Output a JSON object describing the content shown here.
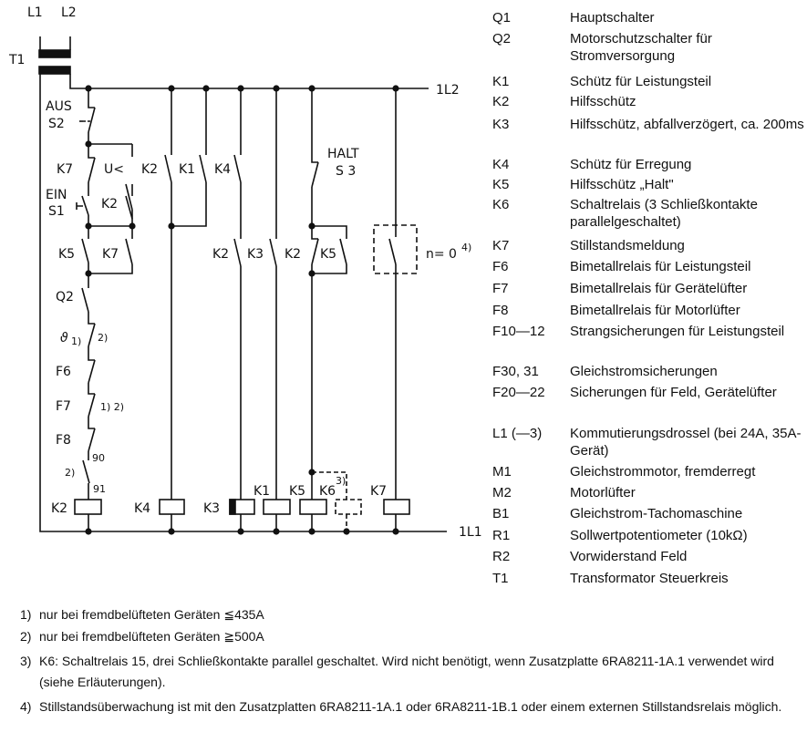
{
  "diagram": {
    "supply_labels": {
      "l1": "L1",
      "l2": "L2",
      "transformer": "T1",
      "bus_top": "1L2",
      "bus_bottom": "1L1"
    },
    "switches": {
      "aus": "AUS",
      "s2": "S2",
      "ein": "EIN",
      "s1": "S1",
      "halt": "HALT",
      "s3": "S 3",
      "undervoltage": "U<",
      "speed_zero": "n= 0",
      "speed_zero_note": "4)"
    },
    "contacts": {
      "k7_a": "K7",
      "k2_a": "K2",
      "k5_a": "K5",
      "k7_b": "K7",
      "q2": "Q2",
      "theta": "ϑ",
      "theta_note1": "1)",
      "theta_note2": "2)",
      "f6": "F6",
      "f7": "F7",
      "f7_note": "1)  2)",
      "f8": "F8",
      "f8_term": "90",
      "last_note": "2)",
      "last_term": "91",
      "col_k2": "K2",
      "col_k1": "K1",
      "col_k4": "K4",
      "row2_k2": "K2",
      "row2_k3": "K3",
      "row2_k2b": "K2",
      "row2_k5": "K5"
    },
    "coils": {
      "k2": "K2",
      "k4": "K4",
      "k3": "K3",
      "k1": "K1",
      "k5": "K5",
      "k6": "K6",
      "k6_note": "3)",
      "k7": "K7"
    }
  },
  "legend": [
    {
      "code": "Q1",
      "desc": "Hauptschalter"
    },
    {
      "code": "Q2",
      "desc": "Motorschutzschalter für Stromversorgung"
    },
    {
      "code": "K1",
      "desc": "Schütz für Leistungsteil"
    },
    {
      "code": "K2",
      "desc": "Hilfsschütz"
    },
    {
      "code": "K3",
      "desc": "Hilfsschütz, abfallverzögert, ca. 200ms"
    },
    {
      "code": "K4",
      "desc": "Schütz für Erregung"
    },
    {
      "code": "K5",
      "desc": "Hilfsschütz „Halt\""
    },
    {
      "code": "K6",
      "desc": "Schaltrelais (3 Schließkontakte parallelgeschaltet)"
    },
    {
      "code": "K7",
      "desc": "Stillstandsmeldung"
    },
    {
      "code": "F6",
      "desc": "Bimetallrelais für Leistungsteil"
    },
    {
      "code": "F7",
      "desc": "Bimetallrelais für Gerätelüfter"
    },
    {
      "code": "F8",
      "desc": "Bimetallrelais für Motorlüfter"
    },
    {
      "code": "F10—12",
      "desc": "Strangsicherungen für Leistungsteil"
    },
    {
      "code": "F30, 31",
      "desc": "Gleichstromsicherungen"
    },
    {
      "code": "F20—22",
      "desc": "Sicherungen für Feld, Gerätelüfter"
    },
    {
      "code": "L1 (—3)",
      "desc": "Kommutierungsdrossel (bei 24A, 35A-Gerät)"
    },
    {
      "code": "M1",
      "desc": "Gleichstrommotor, fremderregt"
    },
    {
      "code": "M2",
      "desc": "Motorlüfter"
    },
    {
      "code": "B1",
      "desc": "Gleichstrom-Tachomaschine"
    },
    {
      "code": "R1",
      "desc": "Sollwertpotentiometer (10kΩ)"
    },
    {
      "code": "R2",
      "desc": "Vorwiderstand Feld"
    },
    {
      "code": "T1",
      "desc": "Transformator Steuerkreis"
    }
  ],
  "footnotes": [
    {
      "num": "1)",
      "text": "nur bei fremdbelüfteten Geräten ≦435A"
    },
    {
      "num": "2)",
      "text": "nur bei fremdbelüfteten Geräten ≧500A"
    },
    {
      "num": "3)",
      "text": "K6: Schaltrelais 15, drei Schließkontakte parallel geschaltet. Wird nicht benötigt, wenn Zusatzplatte 6RA8211-1A.1 verwendet wird (siehe Erläuterungen)."
    },
    {
      "num": "4)",
      "text": "Stillstandsüberwachung ist mit den Zusatzplatten 6RA8211-1A.1 oder 6RA8211-1B.1 oder einem externen Stillstandsrelais möglich."
    }
  ]
}
